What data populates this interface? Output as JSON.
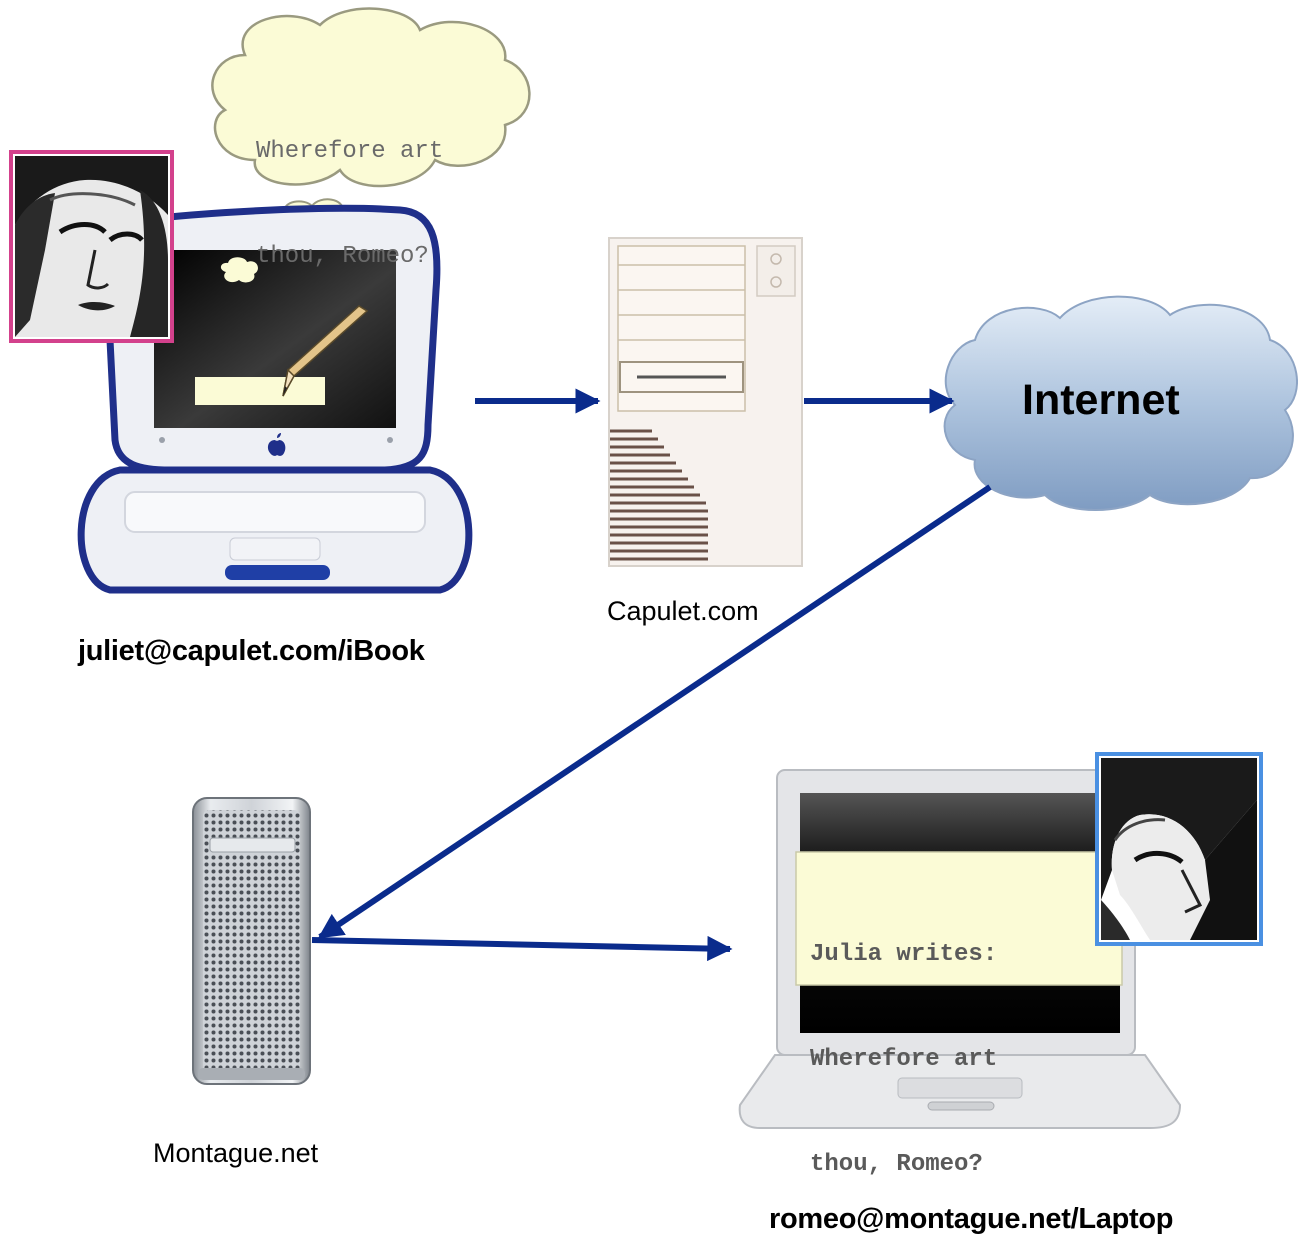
{
  "thought_bubble": {
    "lines": [
      "Wherefore art",
      "thou, Romeo?"
    ]
  },
  "nodes": {
    "sender": {
      "label": "juliet@capulet.com/iBook",
      "avatar_icon": "juliet-portrait-icon",
      "frame_color": "#d3418c"
    },
    "sender_server": {
      "label": "Capulet.com"
    },
    "network": {
      "label": "Internet"
    },
    "receiver_server": {
      "label": "Montague.net"
    },
    "receiver": {
      "label": "romeo@montague.net/Laptop",
      "avatar_icon": "romeo-portrait-icon",
      "frame_color": "#4a90e2"
    }
  },
  "received_message": {
    "lines": [
      "Julia writes:",
      "Wherefore art",
      "thou, Romeo?"
    ]
  },
  "colors": {
    "arrow": "#0a2b8c",
    "bubble_fill": "#fbfbd6",
    "cloud_fill": "#a9bfd9"
  }
}
